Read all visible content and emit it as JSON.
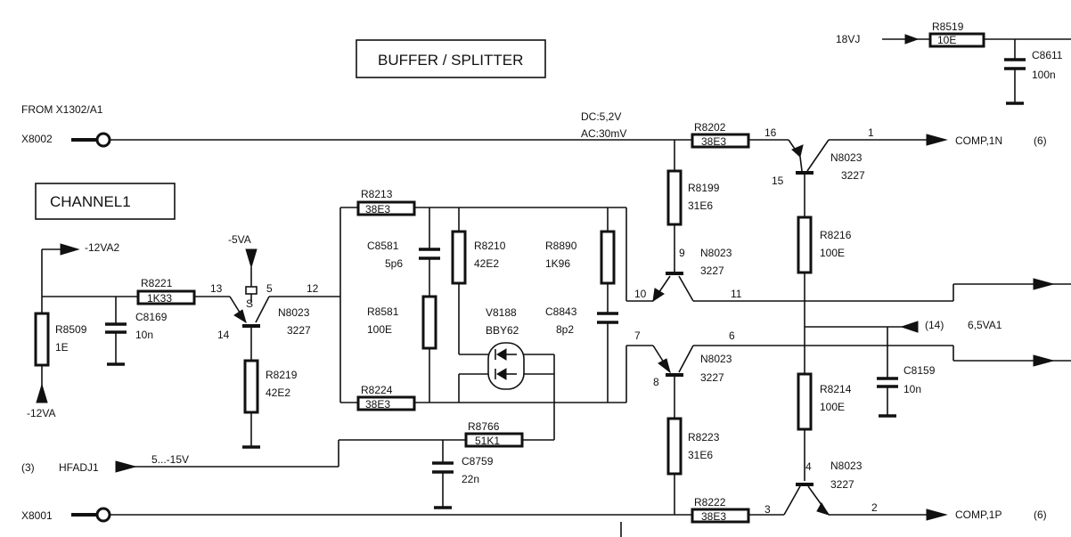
{
  "titles": {
    "buffer_splitter": "BUFFER / SPLITTER",
    "channel": "CHANNEL1"
  },
  "signals": {
    "from": "FROM  X1302/A1",
    "x8002": "X8002",
    "x8001": "X8001",
    "v18": "18VJ",
    "dc": "DC:5,2V",
    "ac": "AC:30mV",
    "comp_n": "COMP,1N",
    "comp_p": "COMP,1P",
    "comp_n_ref": "(6)",
    "comp_p_ref": "(6)",
    "neg12va2": "-12VA2",
    "neg12va": "-12VA",
    "neg5va": "-5VA",
    "v65": "6,5VA1",
    "v65_ref": "(14)",
    "hfadj": "HFADJ1",
    "hfadj_ref": "(3)",
    "hfadj_range": "5...-15V"
  },
  "components": {
    "r8519": {
      "ref": "R8519",
      "value": "10E"
    },
    "c8611": {
      "ref": "C8611",
      "value": "100n"
    },
    "r8202": {
      "ref": "R8202",
      "value": "38E3"
    },
    "r8199": {
      "ref": "R8199",
      "value": "31E6"
    },
    "r8216": {
      "ref": "R8216",
      "value": "100E"
    },
    "r8214": {
      "ref": "R8214",
      "value": "100E"
    },
    "r8223": {
      "ref": "R8223",
      "value": "31E6"
    },
    "r8222": {
      "ref": "R8222",
      "value": "38E3"
    },
    "r8213": {
      "ref": "R8213",
      "value": "38E3"
    },
    "r8224": {
      "ref": "R8224",
      "value": "38E3"
    },
    "r8210": {
      "ref": "R8210",
      "value": "42E2"
    },
    "r8890": {
      "ref": "R8890",
      "value": "1K96"
    },
    "r8581": {
      "ref": "R8581",
      "value": "100E"
    },
    "c8581": {
      "ref": "C8581",
      "value": "5p6"
    },
    "c8843": {
      "ref": "C8843",
      "value": "8p2"
    },
    "v8188": {
      "ref": "V8188",
      "value": "BBY62"
    },
    "r8766": {
      "ref": "R8766",
      "value": "51K1"
    },
    "c8759": {
      "ref": "C8759",
      "value": "22n"
    },
    "r8221": {
      "ref": "R8221",
      "value": "1K33"
    },
    "c8169": {
      "ref": "C8169",
      "value": "10n"
    },
    "r8509": {
      "ref": "R8509",
      "value": "1E"
    },
    "r8219": {
      "ref": "R8219",
      "value": "42E2"
    },
    "c8159": {
      "ref": "C8159",
      "value": "10n"
    },
    "switch_label": "S",
    "q_ch": {
      "ref": "N8023",
      "value": "3227"
    },
    "q_top": {
      "ref": "N8023",
      "value": "3227"
    },
    "q_u": {
      "ref": "N8023",
      "value": "3227"
    },
    "q_l": {
      "ref": "N8023",
      "value": "3227"
    },
    "q_bot": {
      "ref": "N8023",
      "value": "3227"
    }
  },
  "pins": {
    "p1": "1",
    "p2": "2",
    "p3": "3",
    "p4": "4",
    "p5": "5",
    "p6": "6",
    "p7": "7",
    "p8": "8",
    "p9": "9",
    "p10": "10",
    "p11": "11",
    "p12": "12",
    "p13": "13",
    "p14": "14",
    "p15": "15",
    "p16": "16"
  }
}
